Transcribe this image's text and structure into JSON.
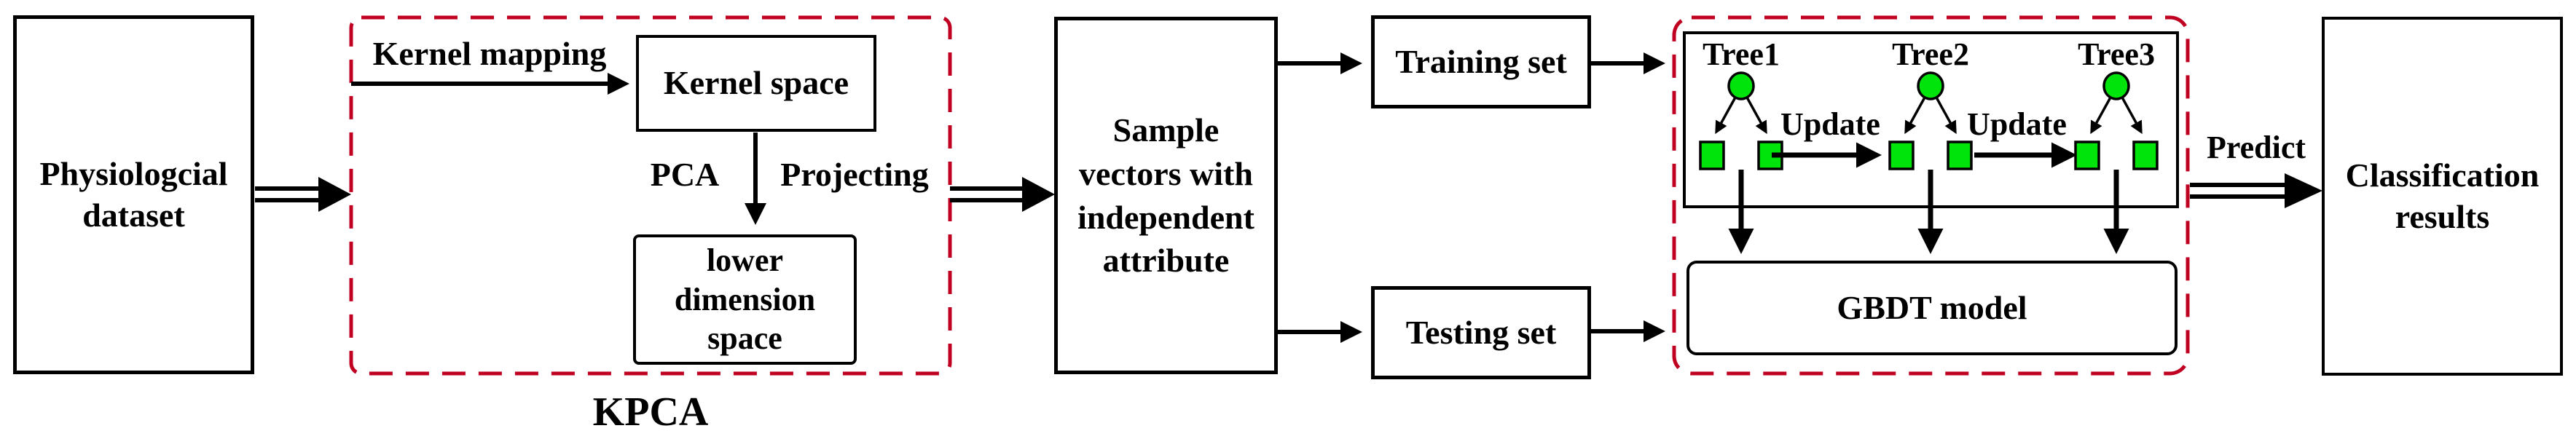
{
  "colors": {
    "accent_red": "#C00021",
    "node_green": "#00E40B",
    "line_black": "#000000"
  },
  "diagram": {
    "physio_box": {
      "label": "Physiologcial\ndataset"
    },
    "kpca_group": {
      "kernel_mapping_label": "Kernel mapping",
      "kernel_space_box": {
        "label": "Kernel space"
      },
      "pca_label": "PCA",
      "projecting_label": "Projecting",
      "lower_dimension_box": {
        "label": "lower\ndimension\nspace"
      },
      "group_label": "KPCA"
    },
    "sample_box": {
      "label": "Sample\nvectors with\nindependent\nattribute"
    },
    "training_box": {
      "label": "Training set"
    },
    "testing_box": {
      "label": "Testing set"
    },
    "gbdt_group": {
      "trees": [
        {
          "label": "Tree1"
        },
        {
          "label": "Tree2"
        },
        {
          "label": "Tree3"
        }
      ],
      "update_labels": [
        "Update",
        "Update"
      ],
      "gbdt_model_box": {
        "label": "GBDT model"
      }
    },
    "predict_label": "Predict",
    "classification_box": {
      "label": "Classification\nresults"
    }
  }
}
